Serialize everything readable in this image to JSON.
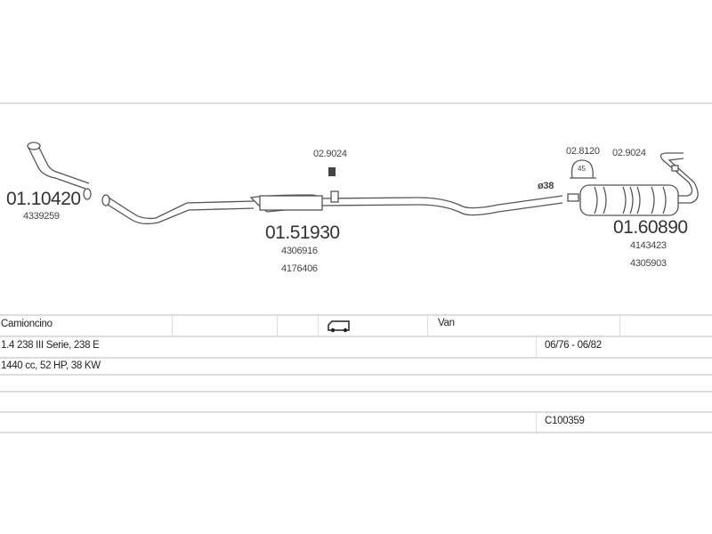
{
  "parts": {
    "front_pipe": {
      "number": "01.10420",
      "oe": [
        "4339259"
      ]
    },
    "middle_silencer": {
      "number": "01.51930",
      "oe": [
        "4306916",
        "4176406"
      ]
    },
    "rear_silencer": {
      "number": "01.60890",
      "oe": [
        "4143423",
        "4305903"
      ]
    },
    "hanger_1": "02.9024",
    "clamp": "02.8120",
    "clamp_size": "45",
    "hanger_2": "02.9024",
    "pipe_diameter": "ø38"
  },
  "table": {
    "body_type": "Camioncino",
    "vehicle_type": "Van",
    "vehicle_icon": "van-icon",
    "model": "1.4 238 III Serie, 238 E",
    "years": "06/76 - 06/82",
    "engine": "1440 cc, 52 HP, 38 KW",
    "code": "C100359"
  }
}
